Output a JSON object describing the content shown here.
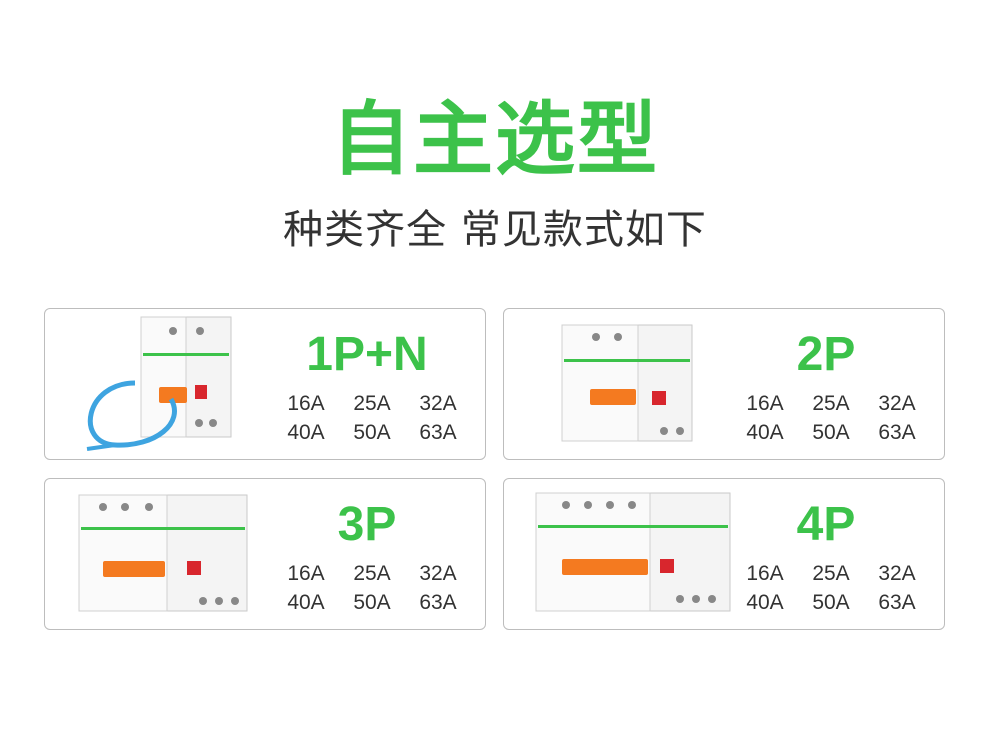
{
  "heading": "自主选型",
  "subheading": "种类齐全 常见款式如下",
  "colors": {
    "accent": "#3cc24a",
    "handle": "#f47a20",
    "indicator": "#d8262d"
  },
  "cards": [
    {
      "model": "1P+N",
      "amps_row1": [
        "16A",
        "25A",
        "32A"
      ],
      "amps_row2": [
        "40A",
        "50A",
        "63A"
      ],
      "image": "1p-n-breaker-with-cable"
    },
    {
      "model": "2P",
      "amps_row1": [
        "16A",
        "25A",
        "32A"
      ],
      "amps_row2": [
        "40A",
        "50A",
        "63A"
      ],
      "image": "2p-breaker"
    },
    {
      "model": "3P",
      "amps_row1": [
        "16A",
        "25A",
        "32A"
      ],
      "amps_row2": [
        "40A",
        "50A",
        "63A"
      ],
      "image": "3p-breaker"
    },
    {
      "model": "4P",
      "amps_row1": [
        "16A",
        "25A",
        "32A"
      ],
      "amps_row2": [
        "40A",
        "50A",
        "63A"
      ],
      "image": "4p-breaker"
    }
  ]
}
